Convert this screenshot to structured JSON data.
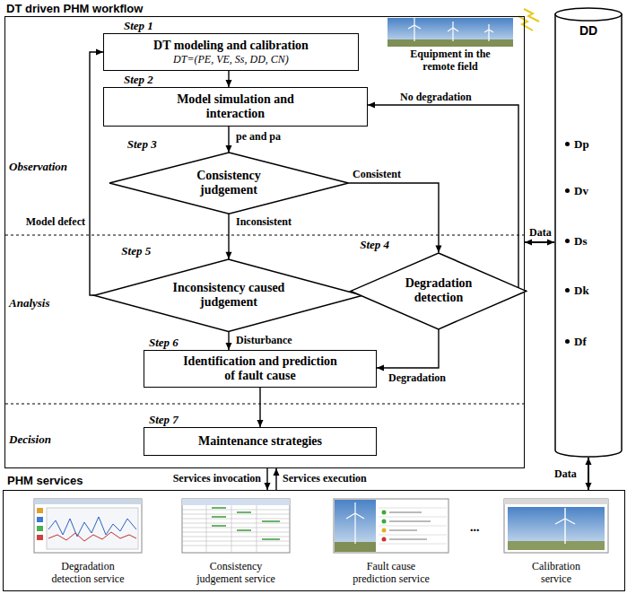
{
  "diagram": {
    "nodes": [
      {
        "text": [
          "DT driven PHM workflow"
        ]
      },
      {
        "text": [
          "Step 1",
          "DT modeling and calibration",
          "DT=(PE, VE, Ss, DD, CN)"
        ],
        "in": 0
      },
      {
        "text": [
          "Step 2",
          "Model simulation and interaction"
        ],
        "in": 0
      },
      {
        "text": [
          "Step 3",
          "Consistency judgement"
        ],
        "in": 0
      },
      {
        "text": [
          "Step 5",
          "Inconsistency caused judgement"
        ],
        "in": 0
      },
      {
        "text": [
          "Step 4",
          "Degradation detection"
        ],
        "in": 0
      },
      {
        "text": [
          "Step 6",
          "Identification and prediction of fault cause"
        ],
        "in": 0
      },
      {
        "text": [
          "Step 7",
          "Maintenance strategies"
        ],
        "in": 0
      },
      {
        "text": [
          "DD",
          "Dp",
          "Dv",
          "Ds",
          "Dk",
          "Df"
        ]
      },
      {
        "text": [
          "PHM services"
        ]
      },
      {
        "text": [
          "Degradation detection service"
        ],
        "in": 9
      },
      {
        "text": [
          "Consistency judgement service"
        ],
        "in": 9
      },
      {
        "text": [
          "Fault cause prediction service"
        ],
        "in": 9
      },
      {
        "text": [
          "Calibration service"
        ],
        "in": 9
      }
    ],
    "edges": [
      {
        "from": 1,
        "to": 2,
        "arrow": "to"
      },
      {
        "from": 2,
        "to": 3,
        "label": "pe and pa",
        "arrow": "to"
      },
      {
        "from": 3,
        "to": 5,
        "label": "Consistent",
        "arrow": "to"
      },
      {
        "from": 3,
        "to": 4,
        "label": "Inconsistent",
        "arrow": "to"
      },
      {
        "from": 4,
        "to": 1,
        "label": "Model defect",
        "arrow": "to"
      },
      {
        "from": 4,
        "to": 6,
        "label": "Disturbance",
        "arrow": "to"
      },
      {
        "from": 5,
        "to": 2,
        "label": "No degradation",
        "arrow": "to"
      },
      {
        "from": 5,
        "to": 6,
        "label": "Degradation",
        "arrow": "to"
      },
      {
        "from": 6,
        "to": 7,
        "arrow": "to"
      },
      {
        "from": 0,
        "to": 8,
        "label": "Data",
        "arrow": "both"
      },
      {
        "from": 8,
        "to": 9,
        "label": "Data",
        "arrow": "both"
      },
      {
        "from": 0,
        "to": 9,
        "label": "Services invocation",
        "arrow": "to"
      },
      {
        "from": 9,
        "to": 0,
        "label": "Services execution",
        "arrow": "to"
      }
    ],
    "labels": [
      "Observation",
      "Analysis",
      "Decision",
      "Equipment in the remote field",
      "..."
    ]
  }
}
